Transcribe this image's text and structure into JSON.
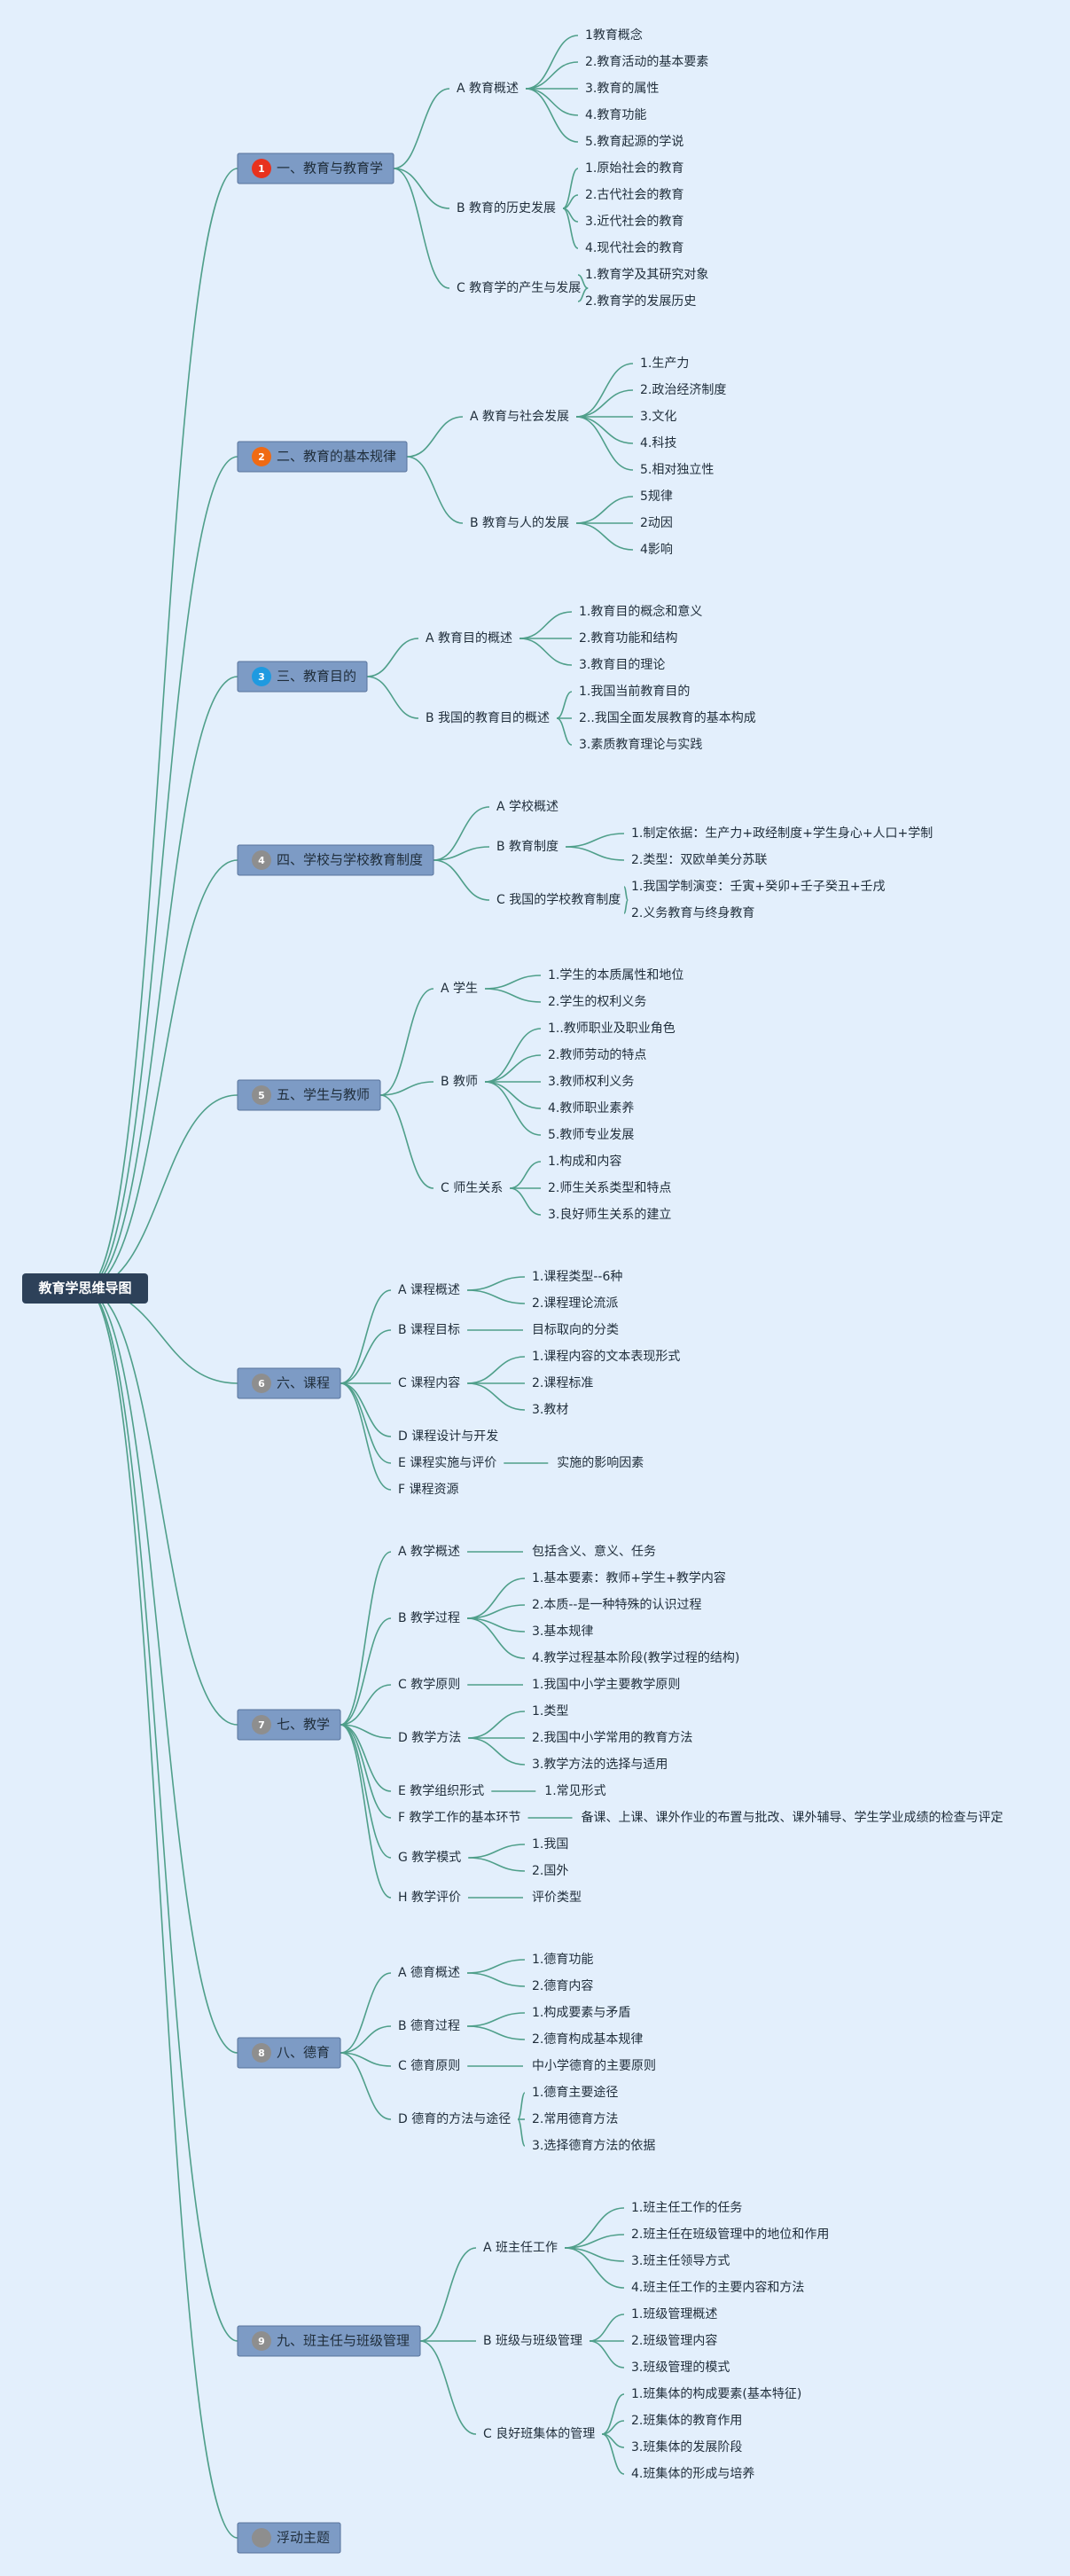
{
  "root": "教育学思维导图",
  "colors": {
    "background": "#e3effc",
    "line": "#4f9f8a",
    "main_box": "#7d9bc5",
    "main_border": "#58739c",
    "root_box": "#2d4159",
    "badge_gray": "#8e8e8e"
  },
  "branches": [
    {
      "badge": "1",
      "badge_color": "#e8321e",
      "label": "一、教育与教育学",
      "children": [
        {
          "label": "A 教育概述",
          "children": [
            "1教育概念",
            "2.教育活动的基本要素",
            "3.教育的属性",
            "4.教育功能",
            "5.教育起源的学说"
          ]
        },
        {
          "label": "B 教育的历史发展",
          "children": [
            "1.原始社会的教育",
            "2.古代社会的教育",
            "3.近代社会的教育",
            "4.现代社会的教育"
          ]
        },
        {
          "label": "C 教育学的产生与发展",
          "children": [
            "1.教育学及其研究对象",
            "2.教育学的发展历史"
          ]
        }
      ]
    },
    {
      "badge": "2",
      "badge_color": "#f06a13",
      "label": "二、教育的基本规律",
      "children": [
        {
          "label": "A 教育与社会发展",
          "children": [
            "1.生产力",
            "2.政治经济制度",
            "3.文化",
            "4.科技",
            "5.相对独立性"
          ]
        },
        {
          "label": "B 教育与人的发展",
          "children": [
            "5规律",
            "2动因",
            "4影响"
          ]
        }
      ]
    },
    {
      "badge": "3",
      "badge_color": "#1f9ae0",
      "label": "三、教育目的",
      "children": [
        {
          "label": "A 教育目的概述",
          "children": [
            "1.教育目的概念和意义",
            "2.教育功能和结构",
            "3.教育目的理论"
          ]
        },
        {
          "label": "B 我国的教育目的概述",
          "children": [
            "1.我国当前教育目的",
            "2..我国全面发展教育的基本构成",
            "3.素质教育理论与实践"
          ]
        }
      ]
    },
    {
      "badge": "4",
      "badge_color": "#8e8e8e",
      "label": "四、学校与学校教育制度",
      "children": [
        {
          "label": "A 学校概述",
          "children": []
        },
        {
          "label": "B 教育制度",
          "children": [
            "1.制定依据：生产力+政经制度+学生身心+人口+学制",
            "2.类型：双欧单美分苏联"
          ]
        },
        {
          "label": "C 我国的学校教育制度",
          "children": [
            "1.我国学制演变：壬寅+癸卯+壬子癸丑+壬戌",
            "2.义务教育与终身教育"
          ]
        }
      ]
    },
    {
      "badge": "5",
      "badge_color": "#8e8e8e",
      "label": "五、学生与教师",
      "children": [
        {
          "label": "A 学生",
          "children": [
            "1.学生的本质属性和地位",
            "2.学生的权利义务"
          ]
        },
        {
          "label": "B 教师",
          "children": [
            "1..教师职业及职业角色",
            "2.教师劳动的特点",
            "3.教师权利义务",
            "4.教师职业素养",
            "5.教师专业发展"
          ]
        },
        {
          "label": "C 师生关系",
          "children": [
            "1.构成和内容",
            "2.师生关系类型和特点",
            "3.良好师生关系的建立"
          ]
        }
      ]
    },
    {
      "badge": "6",
      "badge_color": "#8e8e8e",
      "label": "六、课程",
      "children": [
        {
          "label": "A 课程概述",
          "children": [
            "1.课程类型--6种",
            "2.课程理论流派"
          ]
        },
        {
          "label": "B 课程目标",
          "children": [
            "目标取向的分类"
          ]
        },
        {
          "label": "C 课程内容",
          "children": [
            "1.课程内容的文本表现形式",
            "2.课程标准",
            "3.教材"
          ]
        },
        {
          "label": "D 课程设计与开发",
          "children": []
        },
        {
          "label": "E 课程实施与评价",
          "children": [
            "实施的影响因素"
          ]
        },
        {
          "label": "F 课程资源",
          "children": []
        }
      ]
    },
    {
      "badge": "7",
      "badge_color": "#8e8e8e",
      "label": "七、教学",
      "children": [
        {
          "label": "A 教学概述",
          "children": [
            "包括含义、意义、任务"
          ]
        },
        {
          "label": "B 教学过程",
          "children": [
            "1.基本要素：教师+学生+教学内容",
            "2.本质--是一种特殊的认识过程",
            "3.基本规律",
            "4.教学过程基本阶段(教学过程的结构)"
          ]
        },
        {
          "label": "C 教学原则",
          "children": [
            "1.我国中小学主要教学原则"
          ]
        },
        {
          "label": "D 教学方法",
          "children": [
            "1.类型",
            "2.我国中小学常用的教育方法",
            "3.教学方法的选择与适用"
          ]
        },
        {
          "label": "E 教学组织形式",
          "children": [
            "1.常见形式"
          ]
        },
        {
          "label": "F 教学工作的基本环节",
          "children": [
            "备课、上课、课外作业的布置与批改、课外辅导、学生学业成绩的检查与评定"
          ]
        },
        {
          "label": "G 教学模式",
          "children": [
            "1.我国",
            "2.国外"
          ]
        },
        {
          "label": "H 教学评价",
          "children": [
            "评价类型"
          ]
        }
      ]
    },
    {
      "badge": "8",
      "badge_color": "#8e8e8e",
      "label": "八、德育",
      "children": [
        {
          "label": "A 德育概述",
          "children": [
            "1.德育功能",
            "2.德育内容"
          ]
        },
        {
          "label": "B 德育过程",
          "children": [
            "1.构成要素与矛盾",
            "2.德育构成基本规律"
          ]
        },
        {
          "label": "C 德育原则",
          "children": [
            "中小学德育的主要原则"
          ]
        },
        {
          "label": "D 德育的方法与途径",
          "children": [
            "1.德育主要途径",
            "2.常用德育方法",
            "3.选择德育方法的依据"
          ]
        }
      ]
    },
    {
      "badge": "9",
      "badge_color": "#8e8e8e",
      "label": "九、班主任与班级管理",
      "children": [
        {
          "label": "A 班主任工作",
          "children": [
            "1.班主任工作的任务",
            "2.班主任在班级管理中的地位和作用",
            "3.班主任领导方式",
            "4.班主任工作的主要内容和方法"
          ]
        },
        {
          "label": "B 班级与班级管理",
          "children": [
            "1.班级管理概述",
            "2.班级管理内容",
            "3.班级管理的模式"
          ]
        },
        {
          "label": "C 良好班集体的管理",
          "children": [
            "1.班集体的构成要素(基本特征)",
            "2.班集体的教育作用",
            "3.班集体的发展阶段",
            "4.班集体的形成与培养"
          ]
        }
      ]
    },
    {
      "badge": "",
      "badge_color": "#8e8e8e",
      "label": "浮动主题",
      "children": []
    }
  ]
}
